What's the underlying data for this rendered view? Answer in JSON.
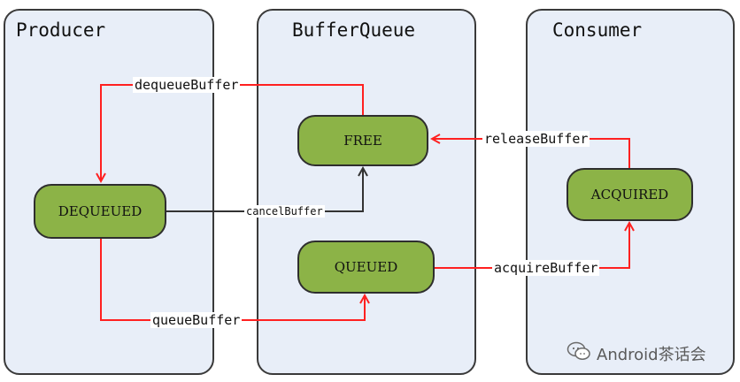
{
  "panels": {
    "producer": "Producer",
    "bufferqueue": "BufferQueue",
    "consumer": "Consumer"
  },
  "states": {
    "free": "FREE",
    "dequeued": "DEQUEUED",
    "queued": "QUEUED",
    "acquired": "ACQUIRED"
  },
  "edges": {
    "dequeue": "dequeueBuffer",
    "release": "releaseBuffer",
    "cancel": "cancelBuffer",
    "acquire": "acquireBuffer",
    "queue": "queueBuffer"
  },
  "colors": {
    "state_fill": "#8cb347",
    "panel_fill": "#e8eef8",
    "edge_red": "#ff2020",
    "edge_dark": "#333333"
  },
  "watermark": {
    "icon": "wechat-icon",
    "text": "Android茶话会"
  }
}
